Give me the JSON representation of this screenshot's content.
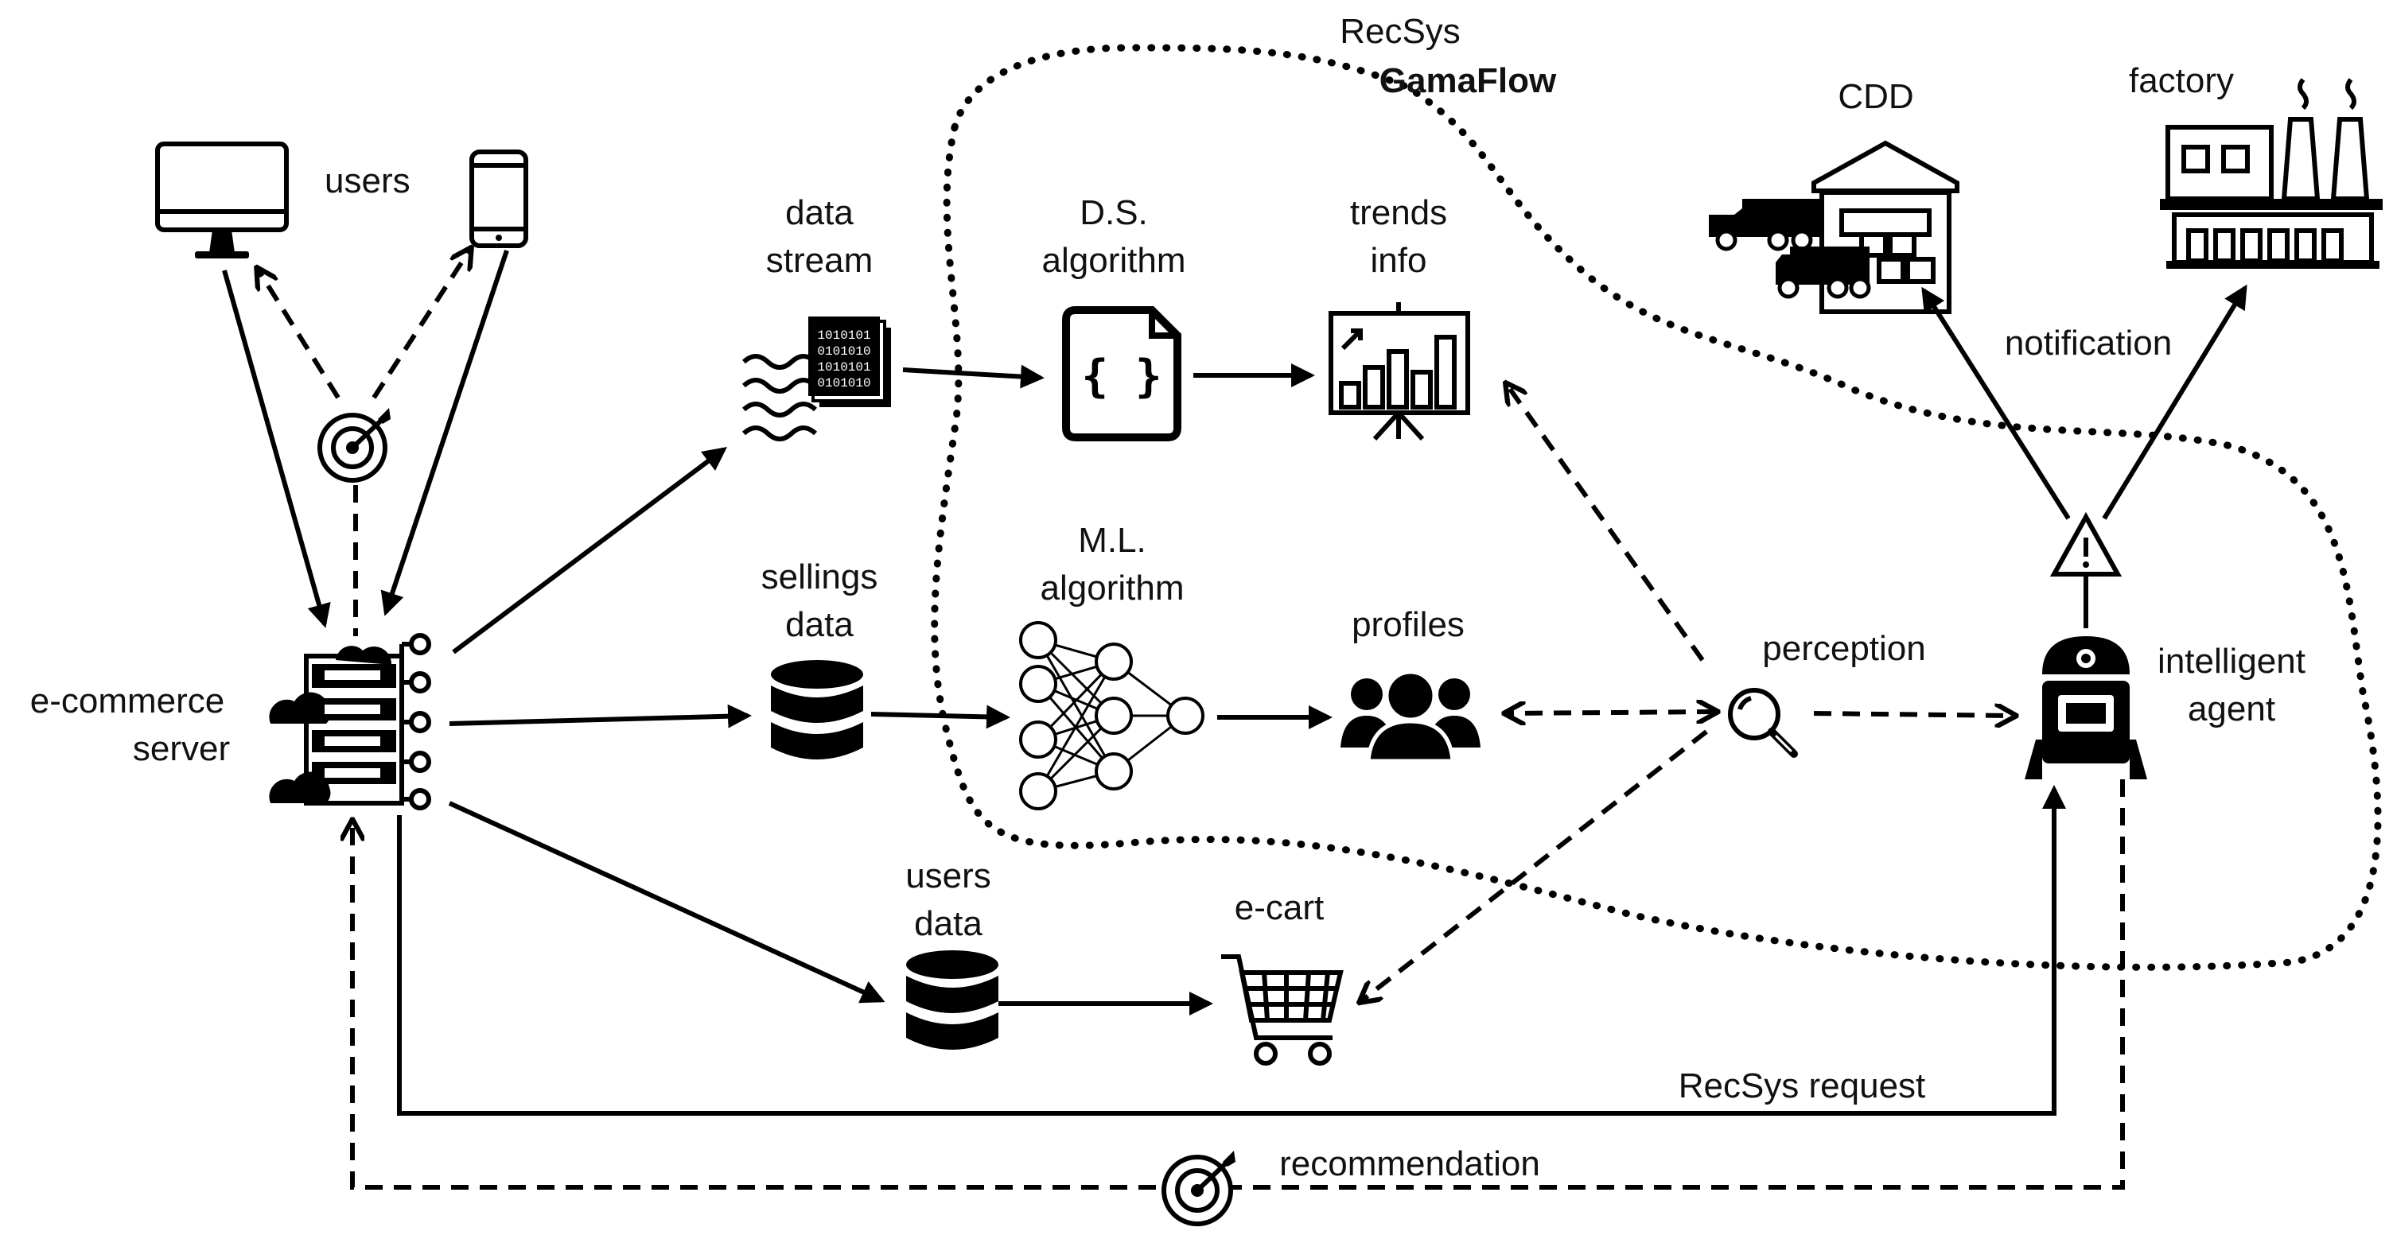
{
  "boundary": {
    "title_line1": "RecSys",
    "title_line2": "GamaFlow"
  },
  "labels": {
    "users": "users",
    "ecommerce_server": [
      "e-commerce",
      "server"
    ],
    "data_stream": [
      "data",
      "stream"
    ],
    "ds_algorithm": [
      "D.S.",
      "algorithm"
    ],
    "trends_info": [
      "trends",
      "info"
    ],
    "sellings_data": [
      "sellings",
      "data"
    ],
    "ml_algorithm": [
      "M.L.",
      "algorithm"
    ],
    "profiles": "profiles",
    "perception": "perception",
    "intelligent_agent": [
      "intelligent",
      "agent"
    ],
    "users_data": [
      "users",
      "data"
    ],
    "ecart": "e-cart",
    "cdd": "CDD",
    "factory": "factory",
    "notification": "notification",
    "recsys_request": "RecSys request",
    "recommendation": "recommendation"
  },
  "icons": [
    "monitor-icon",
    "smartphone-icon",
    "target-icon",
    "server-cloud-icon",
    "data-stream-icon",
    "code-file-icon",
    "trends-chart-icon",
    "database-icon",
    "neural-network-icon",
    "profiles-icon",
    "magnifier-icon",
    "robot-icon",
    "warning-icon",
    "warehouse-truck-icon",
    "factory-icon",
    "cart-icon"
  ]
}
